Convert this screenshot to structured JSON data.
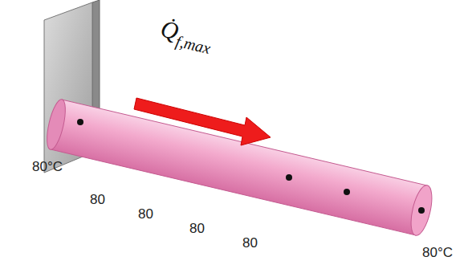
{
  "diagram": {
    "labels": [
      "Q̇",
      "f,max",
      "80°C",
      "80",
      "80",
      "80",
      "80",
      "80°C"
    ]
  }
}
